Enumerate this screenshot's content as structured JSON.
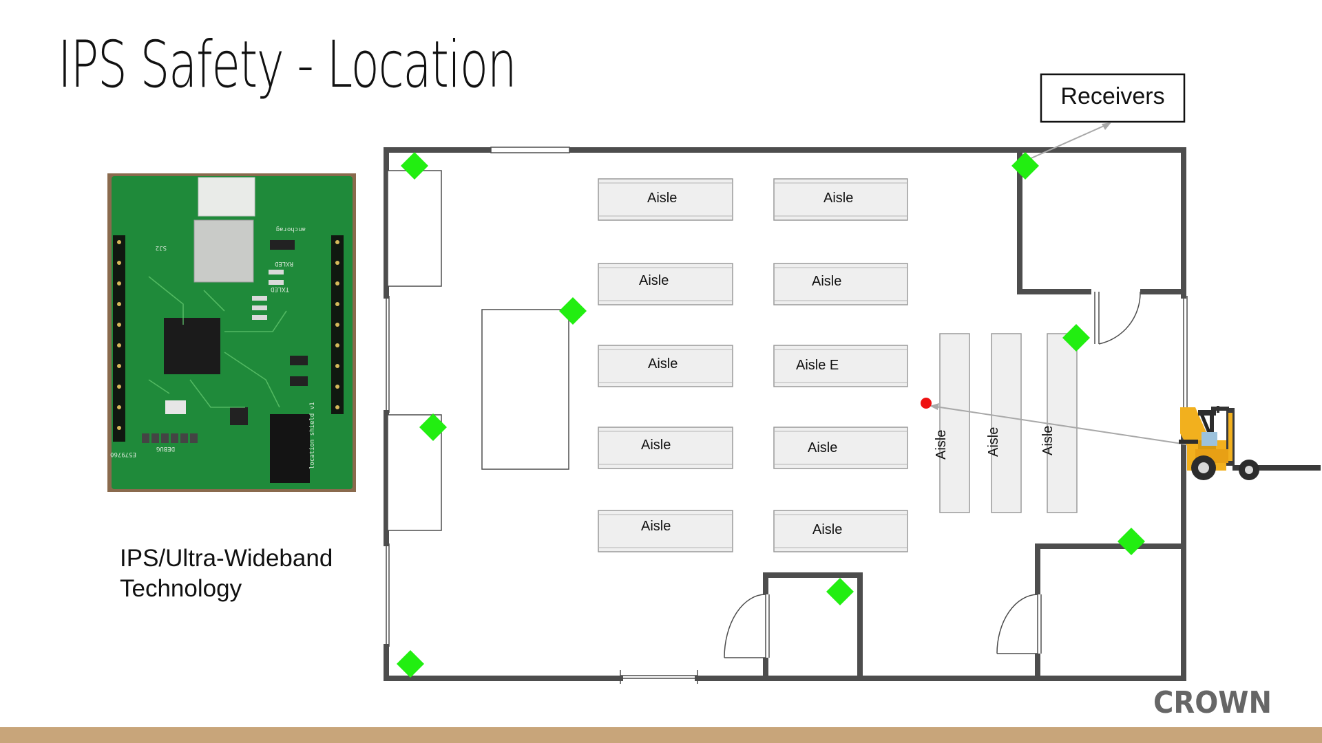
{
  "slide": {
    "title": "IPS Safety - Location"
  },
  "left_panel": {
    "caption_line1": "IPS/Ultra-Wideband",
    "caption_line2": "Technology",
    "pcb_silkscreen": {
      "brand": "anchorag",
      "rxled": "RXLED",
      "txled": "TXLED",
      "debug": "DEBUG",
      "serial": "E579760",
      "shield": "location shield v1",
      "sj2": "SJ2"
    }
  },
  "floor_plan": {
    "callout": "Receivers",
    "aisles": {
      "a1": "Aisle",
      "a2": "Aisle",
      "a3": "Aisle",
      "a4": "Aisle",
      "a5": "Aisle",
      "a6": "Aisle E",
      "a7": "Aisle",
      "a8": "Aisle",
      "a9": "Aisle",
      "a10": "Aisle",
      "v1": "Aisle",
      "v2": "Aisle",
      "v3": "Aisle"
    },
    "colors": {
      "receiver": "#22ee11",
      "tracked_point": "#ee1111",
      "wall": "#4d4d4d",
      "rack_fill": "#efefef"
    },
    "icons": {
      "receiver": "green-diamond",
      "tracked_point": "red-dot",
      "vehicle": "forklift-icon"
    }
  },
  "brand": {
    "logo": "CROWN",
    "footer_color": "#c8a57a"
  }
}
